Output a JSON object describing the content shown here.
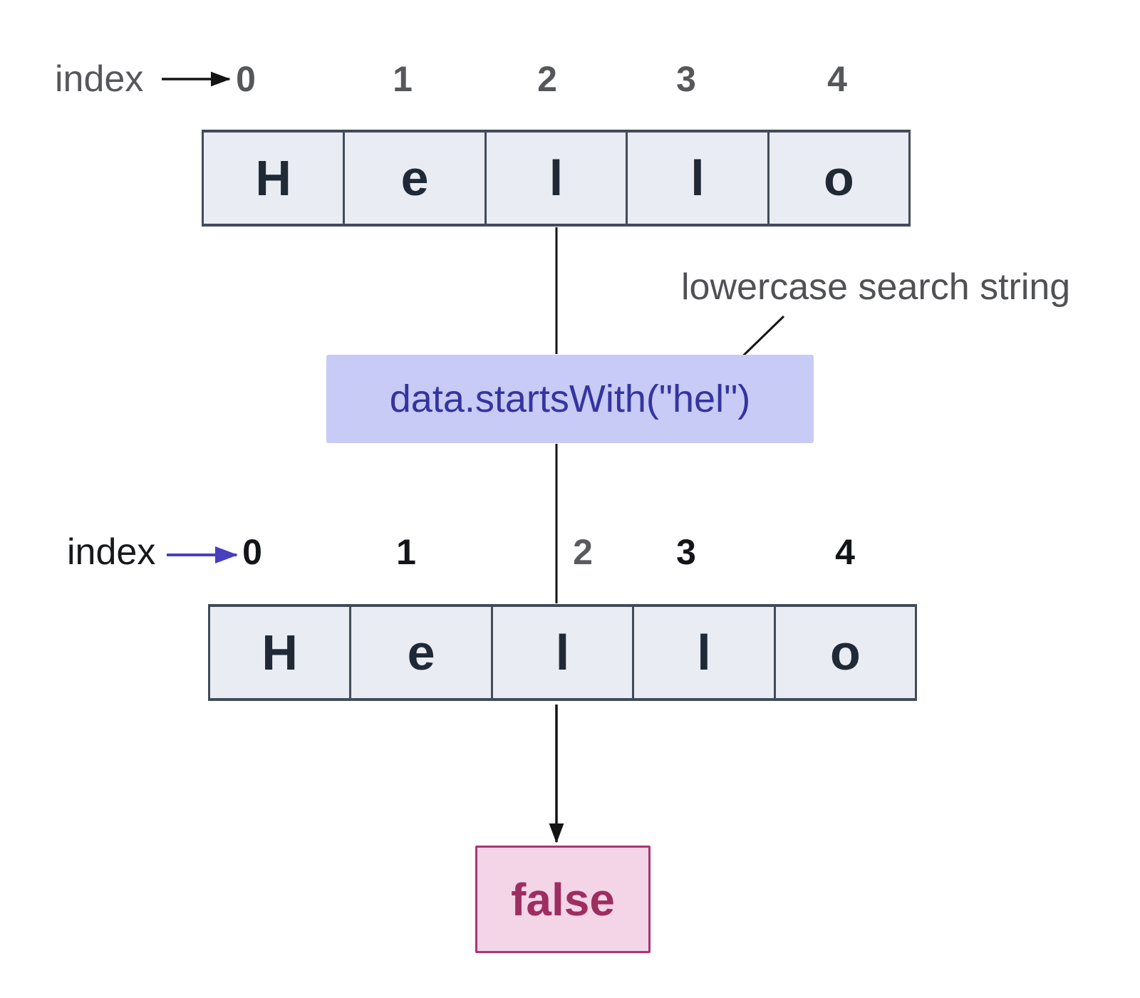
{
  "top_index_row": {
    "label": "index",
    "numbers": [
      "0",
      "1",
      "2",
      "3",
      "4"
    ]
  },
  "top_array": {
    "cells": [
      "H",
      "e",
      "l",
      "l",
      "o"
    ]
  },
  "annotation": {
    "label": "lowercase search string"
  },
  "method_call": {
    "code": "data.startsWith(\"hel\")"
  },
  "bottom_index_row": {
    "label": "index",
    "numbers": [
      "0",
      "1",
      "2",
      "3",
      "4"
    ]
  },
  "bottom_array": {
    "cells": [
      "H",
      "e",
      "l",
      "l",
      "o"
    ]
  },
  "result": {
    "value": "false"
  },
  "colors": {
    "index_text_gray": "#56575b",
    "index_text_black": "#17181b",
    "cell_fill": "#e9ecf2",
    "cell_border": "#424b5a",
    "cell_letter": "#202936",
    "code_box_fill": "#c7cbf5",
    "code_text": "#3434a0",
    "result_fill": "#f4d5e8",
    "result_border": "#aa3572",
    "result_text": "#9e2d61",
    "arrow_black": "#141414",
    "arrow_purple": "#4a3fc0"
  }
}
